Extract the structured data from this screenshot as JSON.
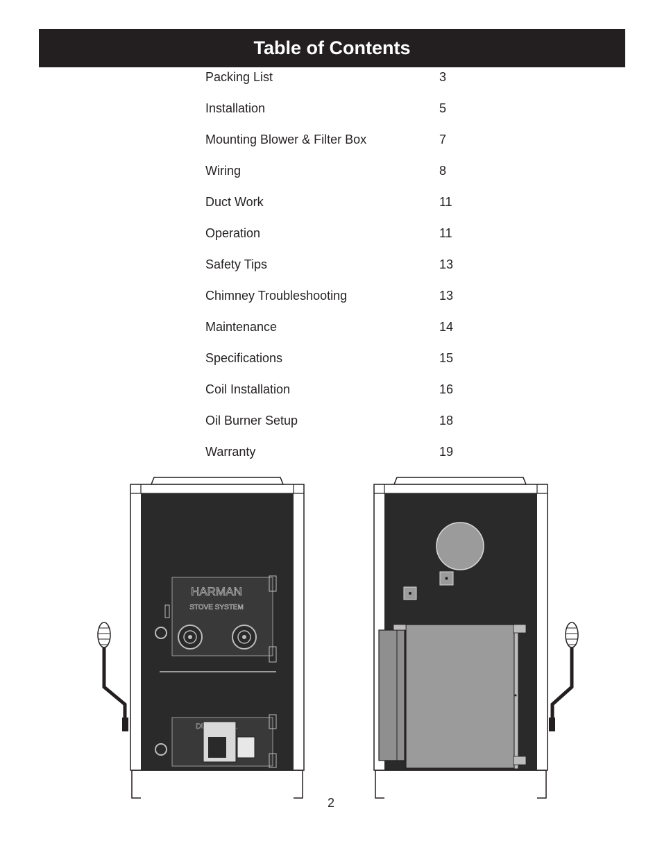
{
  "header": {
    "title": "Table of Contents"
  },
  "toc": [
    {
      "label": "Packing List",
      "page": "3"
    },
    {
      "label": "Installation",
      "page": "5"
    },
    {
      "label": "Mounting Blower & Filter Box",
      "page": "7"
    },
    {
      "label": "Wiring",
      "page": "8"
    },
    {
      "label": "Duct Work",
      "page": "11"
    },
    {
      "label": "Operation",
      "page": "11"
    },
    {
      "label": "Safety Tips",
      "page": "13"
    },
    {
      "label": "Chimney Troubleshooting",
      "page": "13"
    },
    {
      "label": "Maintenance",
      "page": "14"
    },
    {
      "label": "Specifications",
      "page": "15"
    },
    {
      "label": "Coil Installation",
      "page": "16"
    },
    {
      "label": "Oil Burner Setup",
      "page": "18"
    },
    {
      "label": "Warranty",
      "page": "19"
    }
  ],
  "figures": {
    "front_logo_line1": "HARMAN",
    "front_logo_line2": "STOVE SYSTEM",
    "front_lower_plate": "DUAL FUEL"
  },
  "footer": {
    "page_number": "2"
  },
  "colors": {
    "title_bar": "#231f20",
    "stove_body": "#2b2a2a",
    "panel_gray": "#9b9b9b"
  }
}
